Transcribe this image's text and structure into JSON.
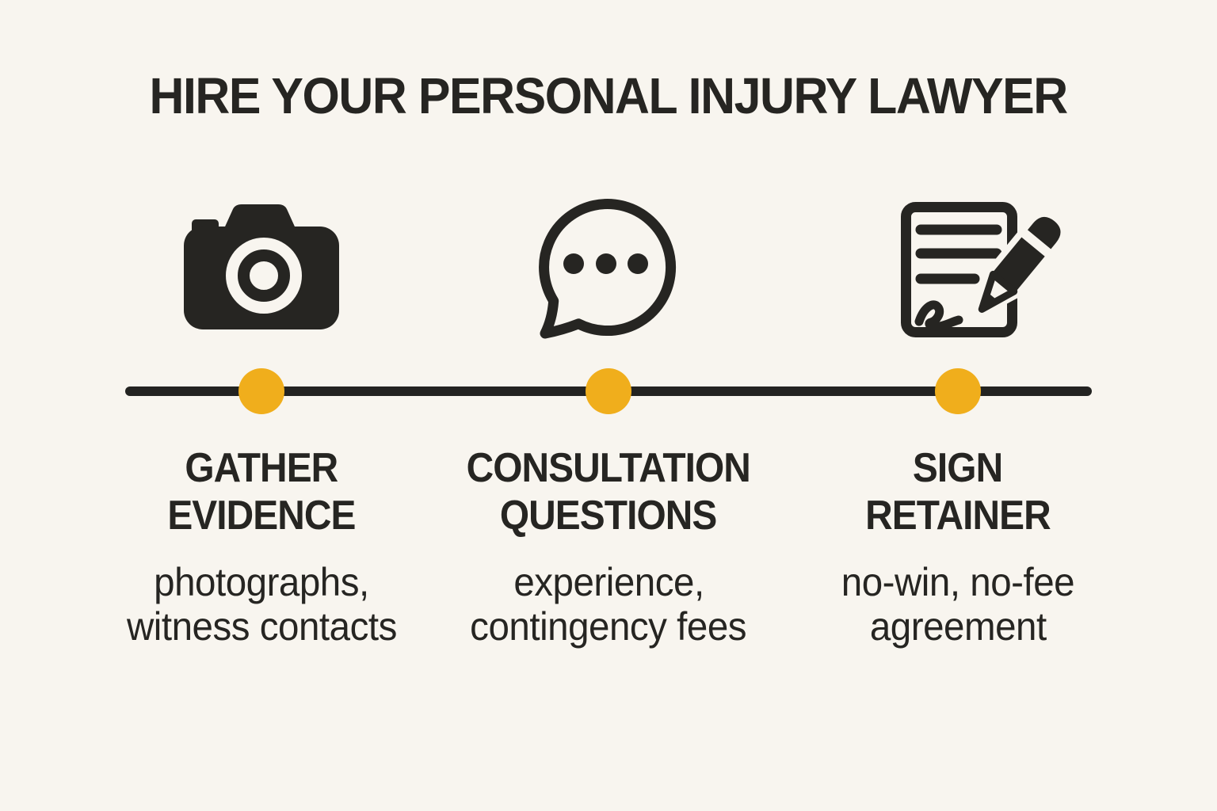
{
  "title": "HIRE YOUR PERSONAL INJURY LAWYER",
  "colors": {
    "background": "#F8F5EF",
    "ink": "#262522",
    "timeline": "#232321",
    "accent": "#F0AE1C"
  },
  "timeline": {
    "dot_count": 3
  },
  "steps": [
    {
      "icon": "camera-icon",
      "title_line1": "GATHER",
      "title_line2": "EVIDENCE",
      "desc_line1": "photographs,",
      "desc_line2": "witness contacts"
    },
    {
      "icon": "chat-bubble-icon",
      "title_line1": "CONSULTATION",
      "title_line2": "QUESTIONS",
      "desc_line1": "experience,",
      "desc_line2": "contingency fees"
    },
    {
      "icon": "document-signing-icon",
      "title_line1": "SIGN",
      "title_line2": "RETAINER",
      "desc_line1": "no-win, no-fee",
      "desc_line2": "agreement"
    }
  ]
}
